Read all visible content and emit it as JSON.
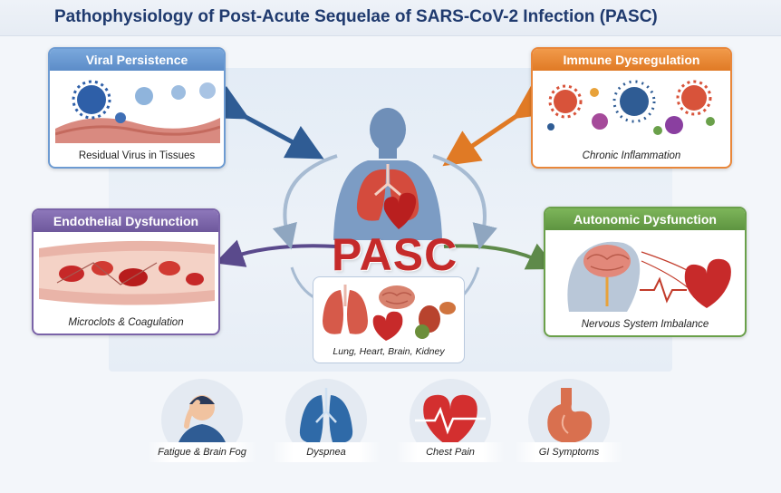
{
  "title": "Pathophysiology of Post-Acute Sequelae of SARS-CoV-2 Infection (PASC)",
  "center": {
    "label": "PASC",
    "organs_caption": "Lung, Heart, Brain, Kidney"
  },
  "mechanisms": {
    "viral": {
      "title": "Viral Persistence",
      "caption": "Residual Virus in Tissues",
      "color": "#5c8cc8"
    },
    "immune": {
      "title": "Immune Dysregulation",
      "caption": "Chronic Inflammation",
      "color": "#e07a25"
    },
    "endothelial": {
      "title": "Endothelial Dysfunction",
      "caption": "Microclots & Coagulation",
      "color": "#6e589c"
    },
    "autonomic": {
      "title": "Autonomic Dysfunction",
      "caption": "Nervous System Imbalance",
      "color": "#5e9440"
    }
  },
  "symptoms": [
    {
      "label": "Fatigue & Brain Fog",
      "icon": "tired-person-icon"
    },
    {
      "label": "Dyspnea",
      "icon": "lungs-icon"
    },
    {
      "label": "Chest Pain",
      "icon": "heart-pulse-icon"
    },
    {
      "label": "GI Symptoms",
      "icon": "stomach-icon"
    }
  ]
}
